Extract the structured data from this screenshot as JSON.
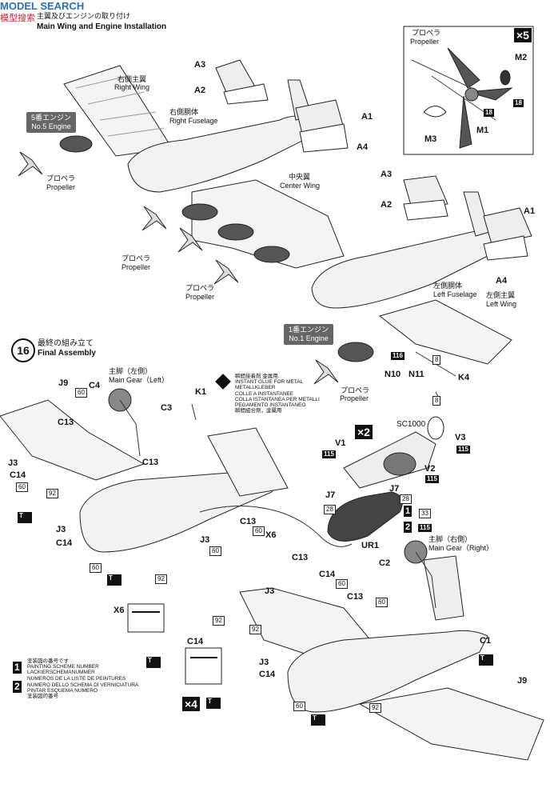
{
  "watermark": "MODEL SEARCH",
  "watermark_sub": "模型搜索",
  "step15": {
    "title_jp": "主翼及びエンジンの取り付け",
    "title_en": "Main Wing and Engine Installation"
  },
  "step16": {
    "number": "16",
    "title_jp": "最終の組み立て",
    "title_en": "Final Assembly"
  },
  "propeller_box": {
    "jp": "プロペラ",
    "en": "Propeller",
    "mult": "×5"
  },
  "engine5": {
    "jp": "5番エンジン",
    "en": "No.5 Engine"
  },
  "engine1": {
    "jp": "1番エンジン",
    "en": "No.1 Engine"
  },
  "labels": {
    "right_wing_jp": "右側主翼",
    "right_wing_en": "Right Wing",
    "right_fuse_jp": "右側胴体",
    "right_fuse_en": "Right Fuselage",
    "center_wing_jp": "中央翼",
    "center_wing_en": "Center Wing",
    "left_fuse_jp": "左側胴体",
    "left_fuse_en": "Left Fuselage",
    "left_wing_jp": "左側主翼",
    "left_wing_en": "Left Wing",
    "prop_jp": "プロペラ",
    "prop_en": "Propeller",
    "main_gear_left_jp": "主脚（左側）",
    "main_gear_left_en": "Main Gear（Left）",
    "main_gear_right_jp": "主脚（右側）",
    "main_gear_right_en": "Main Gear（Right）"
  },
  "parts": {
    "A1": "A1",
    "A2": "A2",
    "A3": "A3",
    "A4": "A4",
    "M1": "M1",
    "M2": "M2",
    "M3": "M3",
    "N10": "N10",
    "N11": "N11",
    "K4": "K4",
    "K1": "K1",
    "J9": "J9",
    "C4": "C4",
    "C3": "C3",
    "C13": "C13",
    "J3": "J3",
    "C14": "C14",
    "X6": "X6",
    "V1": "V1",
    "V2": "V2",
    "V3": "V3",
    "SC1000": "SC1000",
    "J7": "J7",
    "UR1": "UR1",
    "C2": "C2",
    "C1": "C1"
  },
  "numbers": {
    "n18": "18",
    "n116": "116",
    "n8": "8",
    "n60": "60",
    "n92": "92",
    "n115": "115",
    "n28": "28",
    "n33": "33",
    "x2": "×2",
    "x4": "×4"
  },
  "glue_note": [
    "瞬間接着剤  金属用.",
    "INSTANT GLUE FOR METAL",
    "METALLKLEBER",
    "COLLE A INSTANTANEE",
    "COLLA ISTANTANEA PER METALLI",
    "PEGAMENTO INSTANTANEO",
    "瞬間組合劑，金屬用"
  ],
  "paint_legend": {
    "one": "1",
    "two": "2",
    "lines_one": [
      "塗装図の番号です",
      "PAINTING SCHEME NUMBER",
      "LACKIERSCHEMANUMMER",
      "NUMEROS DE LA LISTE DE PEINTURES"
    ],
    "lines_two": [
      "NUMERO DELLO SCHEMA DI VERNICIATURA",
      "PINTAR ESQUEMA NUMERO",
      "塗装図的番号"
    ]
  }
}
